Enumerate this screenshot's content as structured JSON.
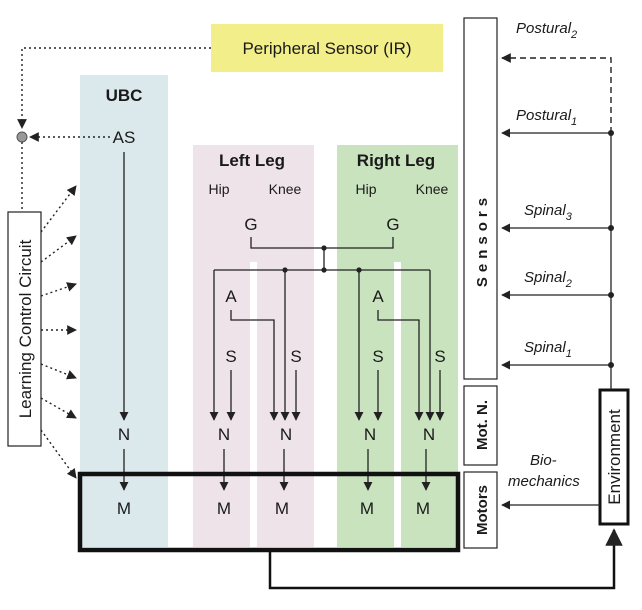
{
  "peripheral_sensor": "Peripheral Sensor (IR)",
  "learning_circuit": "Learning Control Circuit",
  "ubc": {
    "title": "UBC",
    "as": "AS",
    "n": "N",
    "m": "M"
  },
  "left_leg": {
    "title": "Left Leg",
    "hip": "Hip",
    "knee": "Knee",
    "g": "G",
    "a": "A",
    "s": "S",
    "n": "N",
    "m": "M"
  },
  "right_leg": {
    "title": "Right Leg",
    "hip": "Hip",
    "knee": "Knee",
    "g": "G",
    "a": "A",
    "s": "S",
    "n": "N",
    "m": "M"
  },
  "side_labels": {
    "sensors": "Sensors",
    "mot_n": "Mot. N.",
    "motors": "Motors",
    "environment": "Environment"
  },
  "inputs": {
    "postural2": {
      "base": "Postural",
      "sub": "2"
    },
    "postural1": {
      "base": "Postural",
      "sub": "1"
    },
    "spinal3": {
      "base": "Spinal",
      "sub": "3"
    },
    "spinal2": {
      "base": "Spinal",
      "sub": "2"
    },
    "spinal1": {
      "base": "Spinal",
      "sub": "1"
    }
  },
  "biomechanics": {
    "line1": "Bio-",
    "line2": "mechanics"
  },
  "colors": {
    "ubc": "#dbe9ec",
    "left_leg": "#efe3ea",
    "right_leg": "#c9e3bf",
    "sensor_box": "#f2ee8a"
  }
}
